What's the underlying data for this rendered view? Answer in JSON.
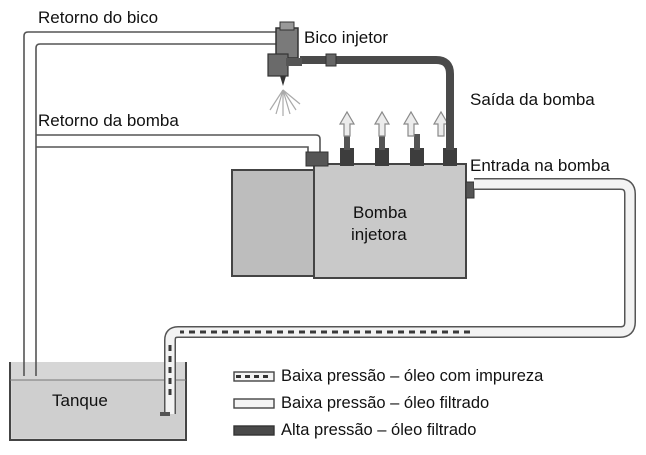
{
  "labels": {
    "retorno_bico": "Retorno do bico",
    "bico_injetor": "Bico injetor",
    "retorno_bomba": "Retorno da bomba",
    "saida_bomba": "Saída da bomba",
    "entrada_bomba": "Entrada na bomba",
    "bomba_line1": "Bomba",
    "bomba_line2": "injetora",
    "tanque": "Tanque"
  },
  "legend": {
    "items": [
      {
        "text": "Baixa pressão – óleo com impureza",
        "style": "dashed-pipe"
      },
      {
        "text": "Baixa pressão – óleo filtrado",
        "style": "clean-pipe"
      },
      {
        "text": "Alta pressão – óleo filtrado",
        "style": "dark-pipe"
      }
    ]
  },
  "colors": {
    "pipe_outline": "#555555",
    "pipe_fill": "#f2f2f2",
    "pump_body": "#c8c8c8",
    "pump_left": "#bdbdbd",
    "tank_fill": "#d4d4d4",
    "high_pressure": "#4a4a4a"
  }
}
